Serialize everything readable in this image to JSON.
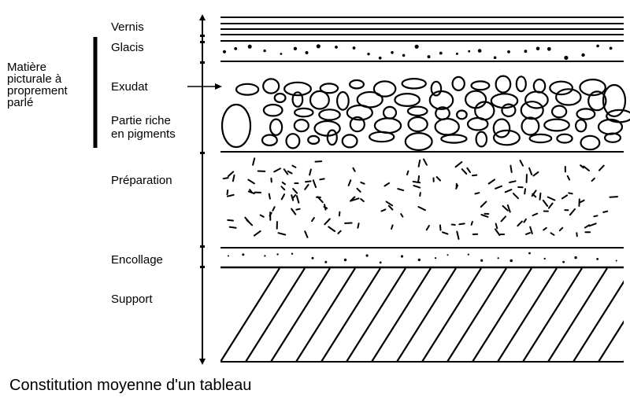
{
  "group_label": "Matière\npicturale à\nproprement\nparlé",
  "layers": {
    "vernis": "Vernis",
    "glacis": "Glacis",
    "exudat": "Exudat",
    "partie_riche": "Partie riche\nen pigments",
    "preparation": "Préparation",
    "encollage": "Encollage",
    "support": "Support"
  },
  "caption": "Constitution moyenne d'un tableau",
  "colors": {
    "ink": "#000000",
    "background": "#ffffff"
  }
}
